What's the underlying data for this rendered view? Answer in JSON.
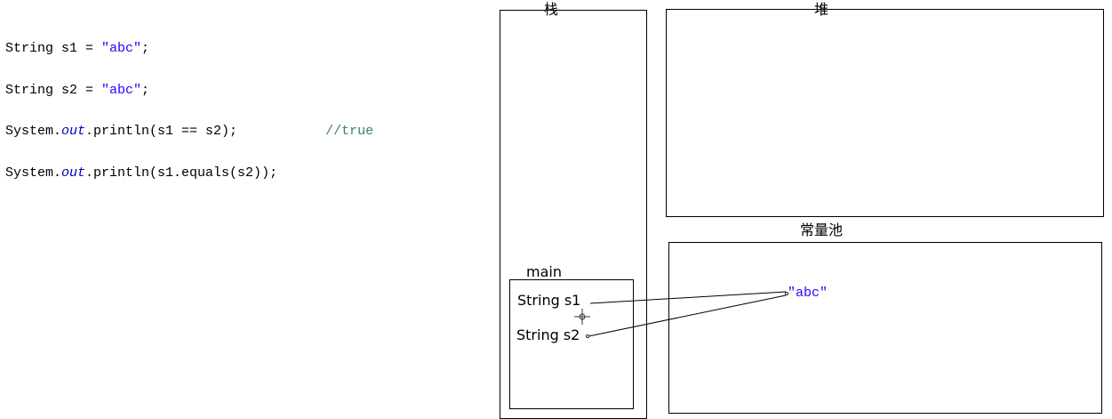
{
  "code": {
    "line1": {
      "prefix": "String s1 = ",
      "string": "\"abc\"",
      "suffix": ";"
    },
    "line2": {
      "prefix": "String s2 = ",
      "string": "\"abc\"",
      "suffix": ";"
    },
    "line3": {
      "prefix": "System.",
      "field": "out",
      "call": ".println(s1 == s2);",
      "comment": "//true"
    },
    "line4": {
      "prefix": "System.",
      "field": "out",
      "call": ".println(s1.equals(s2));"
    }
  },
  "diagram": {
    "stack_label": "栈",
    "heap_label": "堆",
    "constant_pool_label": "常量池",
    "frame_label": "main",
    "var_s1": "String s1",
    "var_s2": "String s2",
    "literal": "\"abc\""
  },
  "colors": {
    "string_literal": "#2a00ff",
    "static_field": "#0000c0",
    "comment": "#3f7f5f"
  }
}
